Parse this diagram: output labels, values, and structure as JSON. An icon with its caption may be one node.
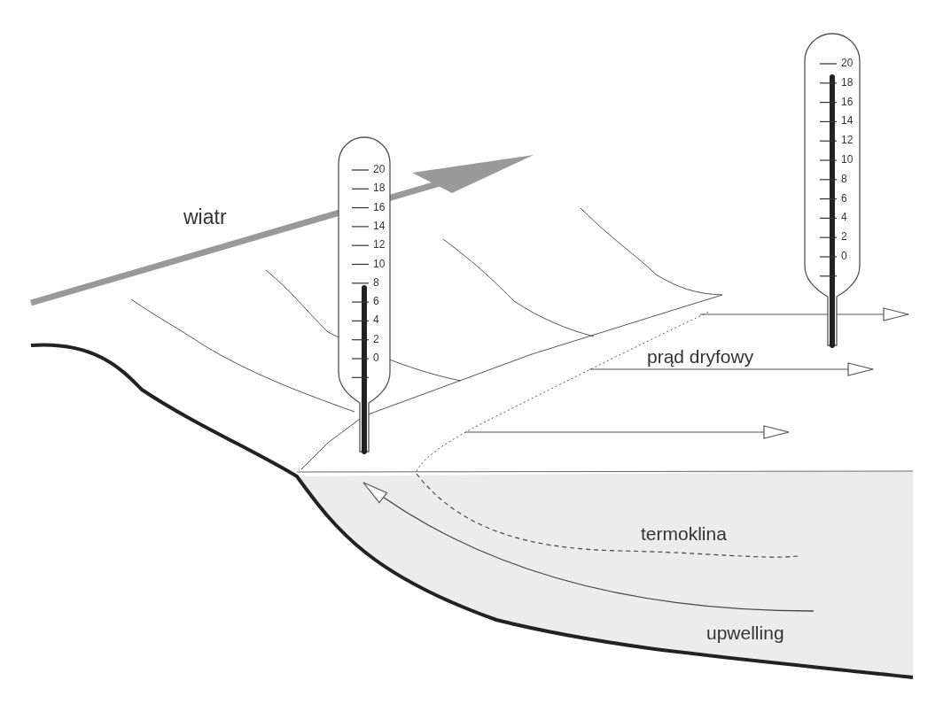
{
  "diagram": {
    "labels": [
      "20",
      "18",
      "16",
      "14",
      "12",
      "10",
      "8",
      "6",
      "4",
      "2",
      "0",
      "20",
      "18",
      "16",
      "14",
      "12",
      "10",
      "8",
      "6",
      "4",
      "2",
      "0",
      "wiatr",
      "prąd dryfowy",
      "termoklina",
      "upwelling"
    ]
  }
}
